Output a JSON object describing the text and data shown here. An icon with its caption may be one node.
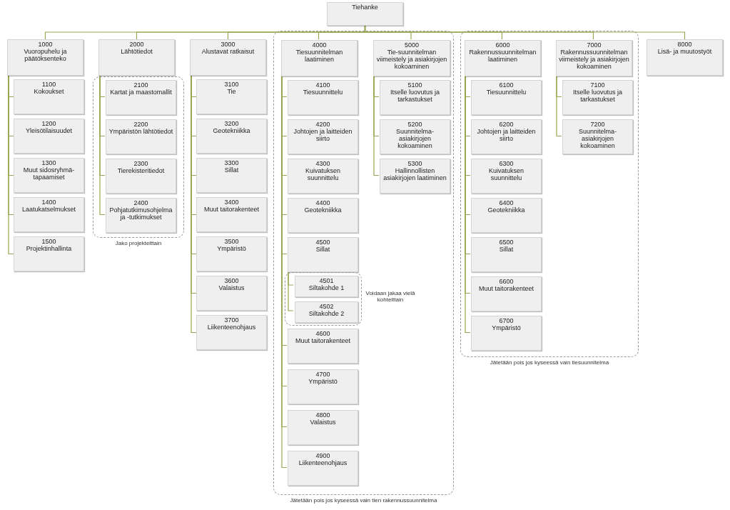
{
  "diagram": {
    "nodes": [
      {
        "text": [
          "Tiehanke"
        ]
      },
      {
        "text": [
          "1000",
          "Vuoropuhelu ja päätöksenteko"
        ]
      },
      {
        "text": [
          "1100",
          "Kokoukset"
        ]
      },
      {
        "text": [
          "1200",
          "Yleisötilaisuudet"
        ]
      },
      {
        "text": [
          "1300",
          "Muut sidosryhmä-tapaamiset"
        ]
      },
      {
        "text": [
          "1400",
          "Laatukatselmukset"
        ]
      },
      {
        "text": [
          "1500",
          "Projektinhallinta"
        ]
      },
      {
        "text": [
          "2000",
          "Lähtötiedot"
        ]
      },
      {
        "text": [],
        "shape": "box",
        "beside": [
          "Jako projekteittain"
        ]
      },
      {
        "text": [
          "2100",
          "Kartat ja maastomallit"
        ],
        "in": 8
      },
      {
        "text": [
          "2200",
          "Ympäristön lähtötiedot"
        ],
        "in": 8
      },
      {
        "text": [
          "2300",
          "Tierekisteritiedot"
        ],
        "in": 8
      },
      {
        "text": [
          "2400",
          "Pohjatutkimusohjelma ja -tutkimukset"
        ],
        "in": 8
      },
      {
        "text": [
          "3000",
          "Alustavat ratkaisut"
        ]
      },
      {
        "text": [
          "3100",
          "Tie"
        ]
      },
      {
        "text": [
          "3200",
          "Geotekniikka"
        ]
      },
      {
        "text": [
          "3300",
          "Sillat"
        ]
      },
      {
        "text": [
          "3400",
          "Muut taitorakenteet"
        ]
      },
      {
        "text": [
          "3500",
          "Ympäristö"
        ]
      },
      {
        "text": [
          "3600",
          "Valaistus"
        ]
      },
      {
        "text": [
          "3700",
          "Liikenteenohjaus"
        ]
      },
      {
        "text": [],
        "shape": "box",
        "beside": [
          "Jätetään pois jos kyseessä vain tien rakennussuunnitelma"
        ]
      },
      {
        "text": [
          "4000",
          "Tiesuunnitelman laatiminen"
        ],
        "in": 21
      },
      {
        "text": [
          "4100",
          "Tiesuunnittelu"
        ],
        "in": 21
      },
      {
        "text": [
          "4200",
          "Johtojen ja laitteiden siirto"
        ],
        "in": 21
      },
      {
        "text": [
          "4300",
          "Kuivatuksen suunnittelu"
        ],
        "in": 21
      },
      {
        "text": [
          "4400",
          "Geotekniikka"
        ],
        "in": 21
      },
      {
        "text": [
          "4500",
          "Sillat"
        ],
        "in": 21
      },
      {
        "text": [],
        "shape": "box",
        "in": 21,
        "beside": [
          "Voidaan jakaa vielä kohteittain"
        ]
      },
      {
        "text": [
          "4501",
          "Siltakohde 1"
        ],
        "in": 28
      },
      {
        "text": [
          "4502",
          "Siltakohde 2"
        ],
        "in": 28
      },
      {
        "text": [
          "4600",
          "Muut taitorakenteet"
        ],
        "in": 21
      },
      {
        "text": [
          "4700",
          "Ympäristö"
        ],
        "in": 21
      },
      {
        "text": [
          "4800",
          "Valaistus"
        ],
        "in": 21
      },
      {
        "text": [
          "4900",
          "Liikenteenohjaus"
        ],
        "in": 21
      },
      {
        "text": [
          "5000",
          "Tie-suunnitelman viimeistely ja asiakirjojen kokoaminen"
        ],
        "in": 21
      },
      {
        "text": [
          "5100",
          "Itselle luovutus ja tarkastukset"
        ],
        "in": 21
      },
      {
        "text": [
          "5200",
          "Suunnitelma-asiakirjojen kokoaminen"
        ],
        "in": 21
      },
      {
        "text": [
          "5300",
          "Hallinnollisten asiakirjojen laatiminen"
        ],
        "in": 21
      },
      {
        "text": [],
        "shape": "box",
        "beside": [
          "Jätetään pois jos kyseessä vain tiesuunnitelma"
        ]
      },
      {
        "text": [
          "6000",
          "Rakennussuunnitelman laatiminen"
        ],
        "in": 39
      },
      {
        "text": [
          "6100",
          "Tiesuunnittelu"
        ],
        "in": 39
      },
      {
        "text": [
          "6200",
          "Johtojen ja laitteiden siirto"
        ],
        "in": 39
      },
      {
        "text": [
          "6300",
          "Kuivatuksen suunnittelu"
        ],
        "in": 39
      },
      {
        "text": [
          "6400",
          "Geotekniikka"
        ],
        "in": 39
      },
      {
        "text": [
          "6500",
          "Sillat"
        ],
        "in": 39
      },
      {
        "text": [
          "6600",
          "Muut taitorakenteet"
        ],
        "in": 39
      },
      {
        "text": [
          "6700",
          "Ympäristö"
        ],
        "in": 39
      },
      {
        "text": [
          "7000",
          "Rakennussuunnitelman viimeistely ja asiakirjojen kokoaminen"
        ],
        "in": 39
      },
      {
        "text": [
          "7100",
          "Itselle luovutus ja tarkastukset"
        ],
        "in": 39
      },
      {
        "text": [
          "7200",
          "Suunnitelma-asiakirjojen kokoaminen"
        ],
        "in": 39
      },
      {
        "text": [
          "8000",
          "Lisä- ja muutostyöt"
        ]
      }
    ],
    "edges": [
      {
        "from": 0,
        "to": 1,
        "arrow": "none"
      },
      {
        "from": 0,
        "to": 7,
        "arrow": "none"
      },
      {
        "from": 0,
        "to": 13,
        "arrow": "none"
      },
      {
        "from": 0,
        "to": 22,
        "arrow": "none"
      },
      {
        "from": 0,
        "to": 35,
        "arrow": "none"
      },
      {
        "from": 0,
        "to": 40,
        "arrow": "none"
      },
      {
        "from": 0,
        "to": 48,
        "arrow": "none"
      },
      {
        "from": 0,
        "to": 51,
        "arrow": "none"
      },
      {
        "from": 1,
        "to": 2,
        "arrow": "none"
      },
      {
        "from": 1,
        "to": 3,
        "arrow": "none"
      },
      {
        "from": 1,
        "to": 4,
        "arrow": "none"
      },
      {
        "from": 1,
        "to": 5,
        "arrow": "none"
      },
      {
        "from": 1,
        "to": 6,
        "arrow": "none"
      },
      {
        "from": 7,
        "to": 9,
        "arrow": "none"
      },
      {
        "from": 7,
        "to": 10,
        "arrow": "none"
      },
      {
        "from": 7,
        "to": 11,
        "arrow": "none"
      },
      {
        "from": 7,
        "to": 12,
        "arrow": "none"
      },
      {
        "from": 13,
        "to": 14,
        "arrow": "none"
      },
      {
        "from": 13,
        "to": 15,
        "arrow": "none"
      },
      {
        "from": 13,
        "to": 16,
        "arrow": "none"
      },
      {
        "from": 13,
        "to": 17,
        "arrow": "none"
      },
      {
        "from": 13,
        "to": 18,
        "arrow": "none"
      },
      {
        "from": 13,
        "to": 19,
        "arrow": "none"
      },
      {
        "from": 13,
        "to": 20,
        "arrow": "none"
      },
      {
        "from": 22,
        "to": 23,
        "arrow": "none"
      },
      {
        "from": 22,
        "to": 24,
        "arrow": "none"
      },
      {
        "from": 22,
        "to": 25,
        "arrow": "none"
      },
      {
        "from": 22,
        "to": 26,
        "arrow": "none"
      },
      {
        "from": 22,
        "to": 27,
        "arrow": "none"
      },
      {
        "from": 27,
        "to": 29,
        "arrow": "none"
      },
      {
        "from": 27,
        "to": 30,
        "arrow": "none"
      },
      {
        "from": 22,
        "to": 31,
        "arrow": "none"
      },
      {
        "from": 22,
        "to": 32,
        "arrow": "none"
      },
      {
        "from": 22,
        "to": 33,
        "arrow": "none"
      },
      {
        "from": 22,
        "to": 34,
        "arrow": "none"
      },
      {
        "from": 35,
        "to": 36,
        "arrow": "none"
      },
      {
        "from": 35,
        "to": 37,
        "arrow": "none"
      },
      {
        "from": 35,
        "to": 38,
        "arrow": "none"
      },
      {
        "from": 40,
        "to": 41,
        "arrow": "none"
      },
      {
        "from": 40,
        "to": 42,
        "arrow": "none"
      },
      {
        "from": 40,
        "to": 43,
        "arrow": "none"
      },
      {
        "from": 40,
        "to": 44,
        "arrow": "none"
      },
      {
        "from": 40,
        "to": 45,
        "arrow": "none"
      },
      {
        "from": 40,
        "to": 46,
        "arrow": "none"
      },
      {
        "from": 40,
        "to": 47,
        "arrow": "none"
      },
      {
        "from": 48,
        "to": 49,
        "arrow": "none"
      },
      {
        "from": 48,
        "to": 50,
        "arrow": "none"
      }
    ]
  }
}
